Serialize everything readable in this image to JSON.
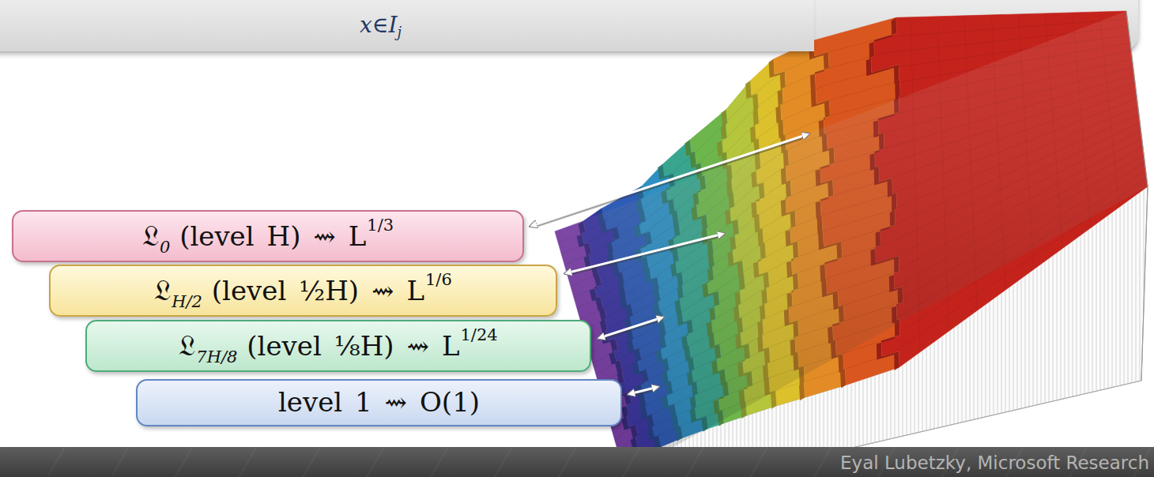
{
  "diagram": {
    "nodes": [
      {
        "text": [
          "x∈I",
          "j"
        ]
      },
      {
        "text": [
          "𝔏",
          "0",
          "(level H) ⇝ L",
          "1/3"
        ]
      },
      {
        "text": [
          "𝔏",
          "H/2",
          "(level ½H) ⇝ L",
          "1/6"
        ]
      },
      {
        "text": [
          "𝔏",
          "7H/8",
          "(level ⅛H) ⇝ L",
          "1/24"
        ]
      },
      {
        "text": [
          "level 1 ⇝ O(1)"
        ]
      },
      {
        "text": [
          "Eyal Lubetzky, Microsoft Research"
        ]
      }
    ]
  }
}
